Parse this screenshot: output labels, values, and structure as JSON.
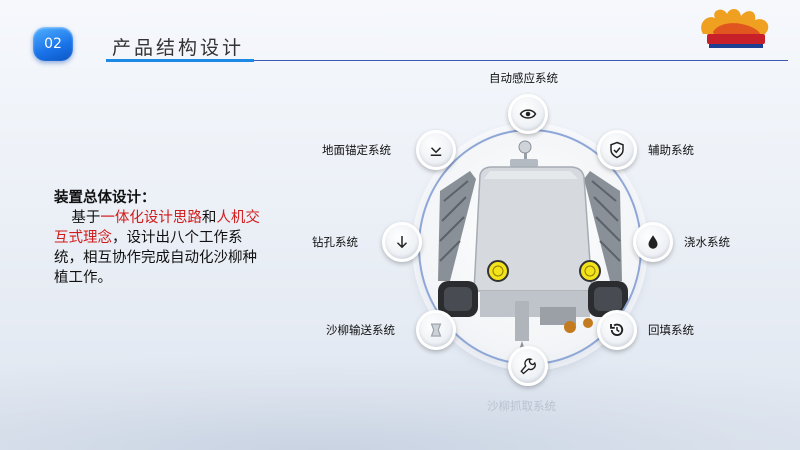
{
  "header": {
    "section_number": "02",
    "title": "产品结构设计"
  },
  "description": {
    "heading": "装置总体设计：",
    "parts": [
      "基于",
      "一体化设计思路",
      "和",
      "人机交互式理念",
      "，设计出八个工作系统，相互协作完成自动化沙柳种植工作。"
    ]
  },
  "systems": [
    {
      "label": "自动感应系统",
      "icon": "eye-icon"
    },
    {
      "label": "辅助系统",
      "icon": "shield-check-icon"
    },
    {
      "label": "浇水系统",
      "icon": "water-drop-icon"
    },
    {
      "label": "回填系统",
      "icon": "history-icon"
    },
    {
      "label": "沙柳抓取系统",
      "icon": "wrench-icon"
    },
    {
      "label": "沙柳输送系统",
      "icon": "conveyor-icon"
    },
    {
      "label": "钻孔系统",
      "icon": "arrow-down-icon"
    },
    {
      "label": "地面锚定系统",
      "icon": "anchor-down-icon"
    }
  ],
  "colors": {
    "accent_blue": "#1e88e5",
    "highlight_red": "#d21b1b"
  }
}
